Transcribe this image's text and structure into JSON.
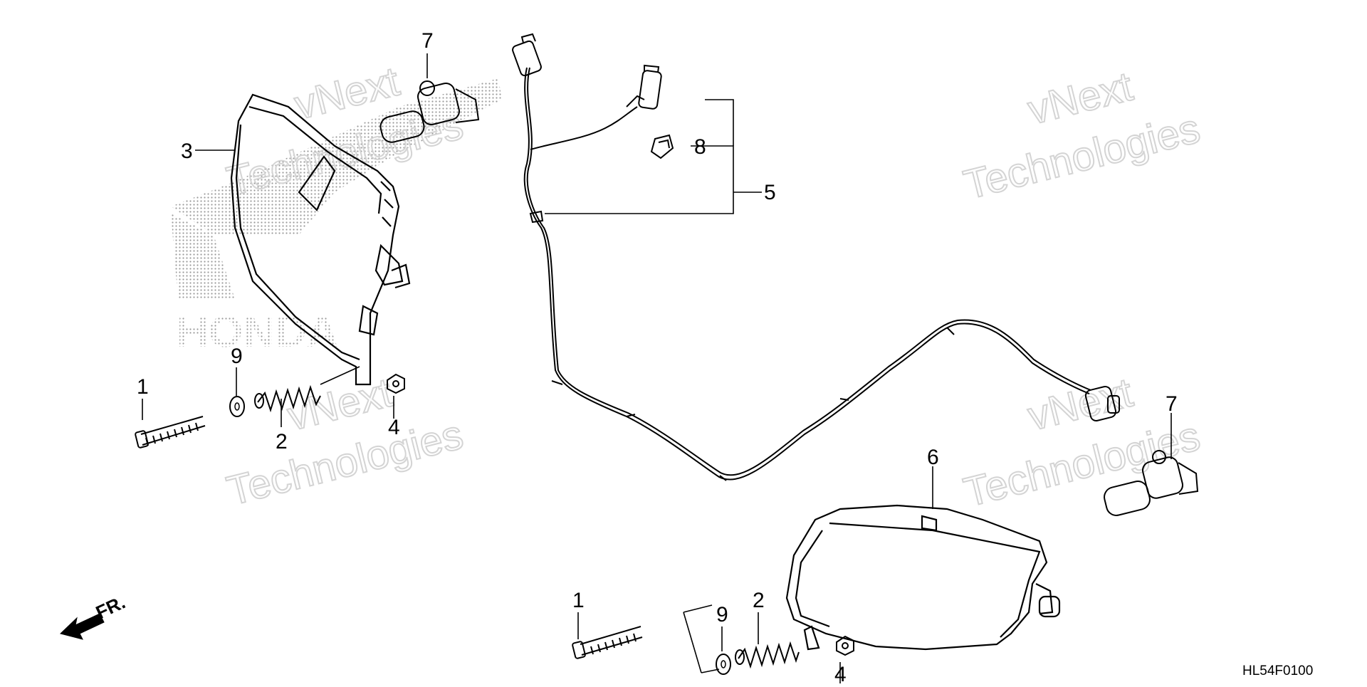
{
  "diagram": {
    "callouts": {
      "bolt_left": "1",
      "bolt_right": "1",
      "spring_left": "2",
      "spring_right": "2",
      "headlight_left": "3",
      "nut_left": "4",
      "nut_right": "4",
      "harness": "5",
      "headlight_right": "6",
      "bulb_left": "7",
      "bulb_right": "7",
      "clip": "8",
      "washer_left": "9",
      "washer_right": "9"
    },
    "front_indicator": "FR.",
    "diagram_code": "HL54F0100",
    "watermark": {
      "line1": "vNext",
      "line2": "Technologies"
    },
    "logo_text": "HONDA"
  }
}
